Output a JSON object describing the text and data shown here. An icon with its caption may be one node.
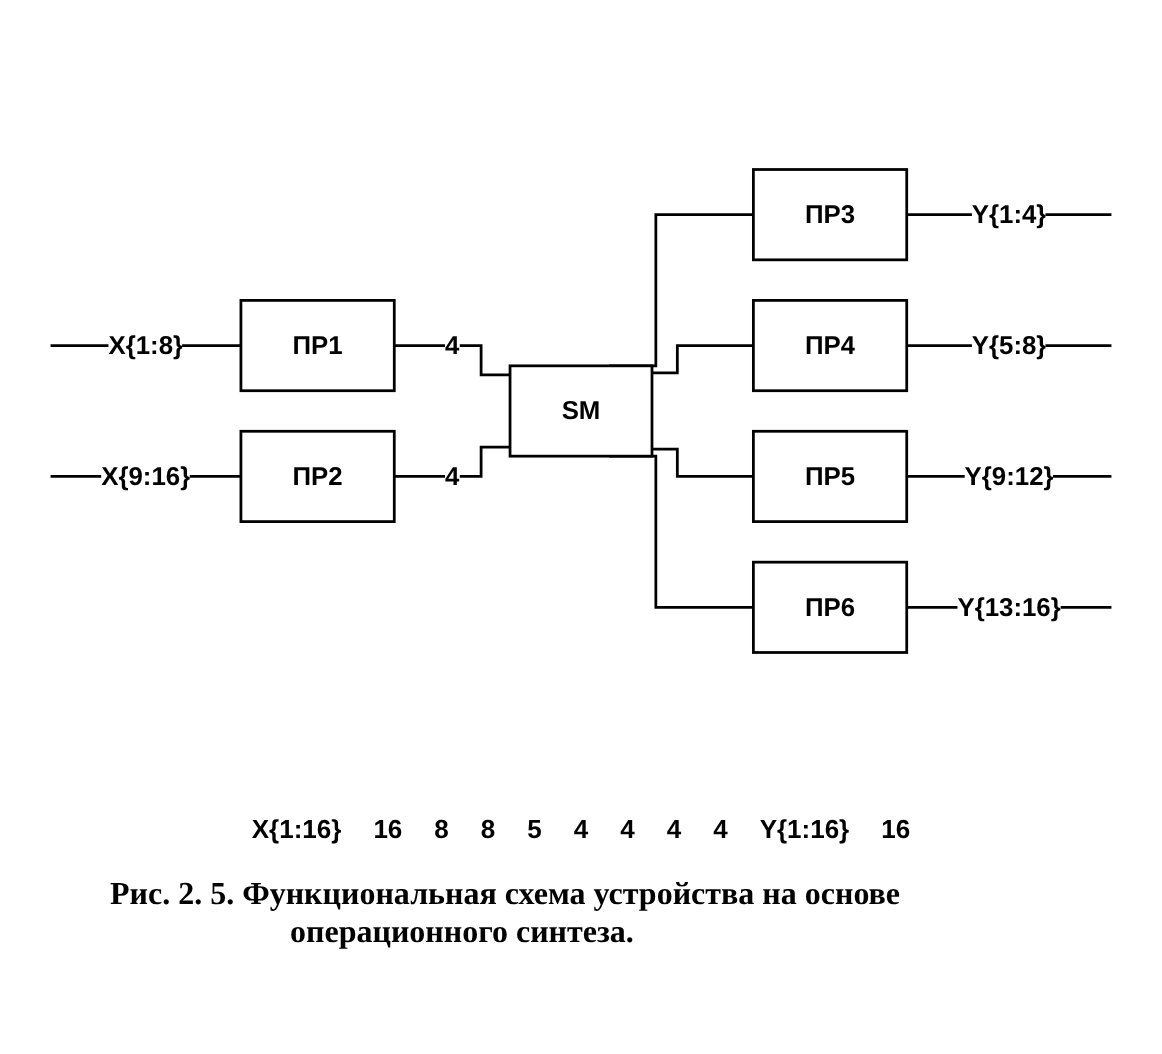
{
  "diagram": {
    "caption": "Рис. 2. 5. Функциональная схема устройства на основе операционного синтеза.",
    "nodes": [
      {
        "text": [
          "ПР1"
        ]
      },
      {
        "text": [
          "ПР2"
        ]
      },
      {
        "text": [
          "SM"
        ]
      },
      {
        "text": [
          "ПР3"
        ]
      },
      {
        "text": [
          "ПР4"
        ]
      },
      {
        "text": [
          "ПР5"
        ]
      },
      {
        "text": [
          "ПР6"
        ]
      }
    ],
    "edges": [
      {
        "from": null,
        "to": 0,
        "arrow": "none",
        "label": "X{1:8}"
      },
      {
        "from": null,
        "to": 1,
        "arrow": "none",
        "label": "X{9:16}"
      },
      {
        "from": 0,
        "to": 2,
        "arrow": "none",
        "label": "4"
      },
      {
        "from": 1,
        "to": 2,
        "arrow": "none",
        "label": "4"
      },
      {
        "from": 2,
        "to": 3,
        "arrow": "none"
      },
      {
        "from": 2,
        "to": 4,
        "arrow": "none"
      },
      {
        "from": 2,
        "to": 5,
        "arrow": "none"
      },
      {
        "from": 2,
        "to": 6,
        "arrow": "none"
      },
      {
        "from": 3,
        "to": null,
        "arrow": "none",
        "label": "Y{1:4}"
      },
      {
        "from": 4,
        "to": null,
        "arrow": "none",
        "label": "Y{5:8}"
      },
      {
        "from": 5,
        "to": null,
        "arrow": "none",
        "label": "Y{9:12}"
      },
      {
        "from": 6,
        "to": null,
        "arrow": "none",
        "label": "Y{13:16}"
      }
    ],
    "labels": [
      "X{1:16}",
      "16",
      "8",
      "8",
      "5",
      "4",
      "4",
      "4",
      "4",
      "Y{1:16}",
      "16"
    ]
  }
}
